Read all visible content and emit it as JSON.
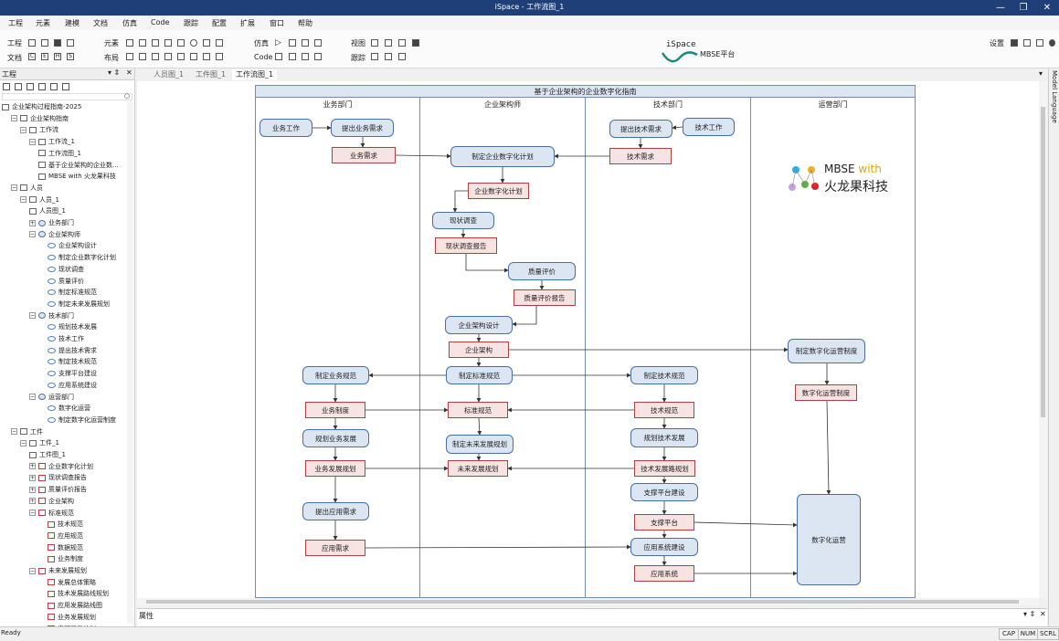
{
  "window": {
    "title": "iSpace - 工作流图_1",
    "controls": [
      "—",
      "❐",
      "✕"
    ]
  },
  "menu": [
    "工程",
    "元素",
    "建模",
    "文档",
    "仿真",
    "Code",
    "跟踪",
    "配置",
    "扩展",
    "窗口",
    "帮助"
  ],
  "ribbon": {
    "project": "工程",
    "doc": "文档",
    "element": "元素",
    "layout": "布局",
    "simulation": "仿真",
    "code": "Code",
    "view": "视图",
    "trace": "跟踪",
    "settings": "设置",
    "doc_buttons": [
      "C",
      "E",
      "H",
      "S"
    ]
  },
  "logo": {
    "title": "iSpace",
    "subtitle": "MBSE平台"
  },
  "left_panel": {
    "title": "工程",
    "tree": [
      {
        "d": 0,
        "t": "企业架构过程指南-2025",
        "w": "",
        "i": "box"
      },
      {
        "d": 1,
        "t": "企业架构指南",
        "w": "−",
        "i": "fold"
      },
      {
        "d": 2,
        "t": "工作流",
        "w": "−",
        "i": "box"
      },
      {
        "d": 3,
        "t": "工作流_1",
        "w": "−",
        "i": "fold"
      },
      {
        "d": 4,
        "t": "工作流图_1",
        "w": "",
        "i": "box"
      },
      {
        "d": 4,
        "t": "基于企业架构的企业数...",
        "w": "",
        "i": "box"
      },
      {
        "d": 4,
        "t": "MBSE with 火龙果科技",
        "w": "",
        "i": "box"
      },
      {
        "d": 1,
        "t": "人员",
        "w": "−",
        "i": "box"
      },
      {
        "d": 2,
        "t": "人员_1",
        "w": "−",
        "i": "fold"
      },
      {
        "d": 3,
        "t": "人员图_1",
        "w": "",
        "i": "box"
      },
      {
        "d": 3,
        "t": "业务部门",
        "w": "+",
        "i": "act"
      },
      {
        "d": 3,
        "t": "企业架构师",
        "w": "−",
        "i": "act"
      },
      {
        "d": 5,
        "t": "企业架构设计",
        "w": "",
        "i": "ell"
      },
      {
        "d": 5,
        "t": "制定企业数字化计划",
        "w": "",
        "i": "ell"
      },
      {
        "d": 5,
        "t": "现状调查",
        "w": "",
        "i": "ell"
      },
      {
        "d": 5,
        "t": "质量评价",
        "w": "",
        "i": "ell"
      },
      {
        "d": 5,
        "t": "制定标准规范",
        "w": "",
        "i": "ell"
      },
      {
        "d": 5,
        "t": "制定未来发展规划",
        "w": "",
        "i": "ell"
      },
      {
        "d": 3,
        "t": "技术部门",
        "w": "−",
        "i": "act"
      },
      {
        "d": 5,
        "t": "规划技术发展",
        "w": "",
        "i": "ell"
      },
      {
        "d": 5,
        "t": "技术工作",
        "w": "",
        "i": "ell"
      },
      {
        "d": 5,
        "t": "提出技术需求",
        "w": "",
        "i": "ell"
      },
      {
        "d": 5,
        "t": "制定技术规范",
        "w": "",
        "i": "ell"
      },
      {
        "d": 5,
        "t": "支撑平台建设",
        "w": "",
        "i": "ell"
      },
      {
        "d": 5,
        "t": "应用系统建设",
        "w": "",
        "i": "ell"
      },
      {
        "d": 3,
        "t": "运营部门",
        "w": "−",
        "i": "act"
      },
      {
        "d": 5,
        "t": "数字化运营",
        "w": "",
        "i": "ell"
      },
      {
        "d": 5,
        "t": "制定数字化运营制度",
        "w": "",
        "i": "ell"
      },
      {
        "d": 1,
        "t": "工件",
        "w": "−",
        "i": "box"
      },
      {
        "d": 2,
        "t": "工件_1",
        "w": "−",
        "i": "fold"
      },
      {
        "d": 3,
        "t": "工件图_1",
        "w": "",
        "i": "box"
      },
      {
        "d": 3,
        "t": "企业数字化计划",
        "w": "+",
        "i": "red"
      },
      {
        "d": 3,
        "t": "现状调查报告",
        "w": "+",
        "i": "red"
      },
      {
        "d": 3,
        "t": "质量评价报告",
        "w": "+",
        "i": "red"
      },
      {
        "d": 3,
        "t": "企业架构",
        "w": "+",
        "i": "red"
      },
      {
        "d": 3,
        "t": "标准规范",
        "w": "−",
        "i": "red"
      },
      {
        "d": 5,
        "t": "技术规范",
        "w": "",
        "i": "red"
      },
      {
        "d": 5,
        "t": "应用规范",
        "w": "",
        "i": "red"
      },
      {
        "d": 5,
        "t": "数据规范",
        "w": "",
        "i": "red"
      },
      {
        "d": 5,
        "t": "业务制度",
        "w": "",
        "i": "red"
      },
      {
        "d": 3,
        "t": "未来发展规划",
        "w": "−",
        "i": "red"
      },
      {
        "d": 5,
        "t": "发展总体策略",
        "w": "",
        "i": "red"
      },
      {
        "d": 5,
        "t": "技术发展路线规划",
        "w": "",
        "i": "red"
      },
      {
        "d": 5,
        "t": "应用发展路线图",
        "w": "",
        "i": "red"
      },
      {
        "d": 5,
        "t": "业务发展规划",
        "w": "",
        "i": "red"
      },
      {
        "d": 5,
        "t": "资源积累计划",
        "w": "",
        "i": "red"
      }
    ]
  },
  "tabs": [
    "人员图_1",
    "工件图_1",
    "工作流图_1"
  ],
  "diagram": {
    "title": "基于企业架构的企业数字化指南",
    "lanes": [
      "业务部门",
      "企业架构师",
      "技术部门",
      "运营部门"
    ],
    "logo_text": "MBSE",
    "logo_with": "with",
    "logo_cn": "火龙果科技",
    "nodes": {
      "n1": "业务工作",
      "n2": "提出业务需求",
      "n3": "业务需求",
      "n4": "制定企业数字化计划",
      "n5": "企业数字化计划",
      "n6": "现状调查",
      "n7": "现状调查报告",
      "n8": "质量评价",
      "n9": "质量评价报告",
      "n10": "企业架构设计",
      "n11": "企业架构",
      "n12": "提出技术需求",
      "n13": "技术工作",
      "n14": "技术需求",
      "n15": "制定数字化运营制度",
      "n16": "数字化运营制度",
      "n17": "制定业务规范",
      "n18": "制定标准规范",
      "n19": "制定技术规范",
      "n20": "业务制度",
      "n21": "标准规范",
      "n22": "技术规范",
      "n23": "规划业务发展",
      "n24": "制定未来发展规划",
      "n25": "规划技术发展",
      "n26": "业务发展规划",
      "n27": "未来发展规划",
      "n28": "技术发展路规划",
      "n29": "支撑平台建设",
      "n30": "支撑平台",
      "n31": "提出应用需求",
      "n32": "应用需求",
      "n33": "应用系统建设",
      "n34": "应用系统",
      "n35": "数字化运营"
    }
  },
  "properties_title": "属性",
  "status": {
    "text": "Ready",
    "cap": "CAP",
    "num": "NUM",
    "scrl": "SCRL"
  },
  "right_strip": "Model Language"
}
